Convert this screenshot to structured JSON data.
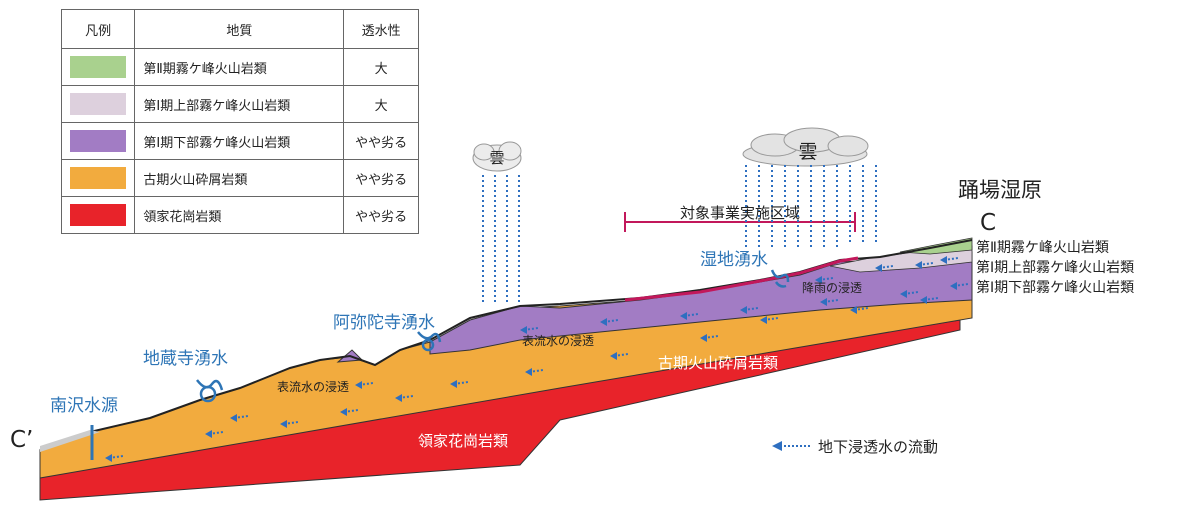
{
  "legend": {
    "headers": [
      "凡例",
      "地質",
      "透水性"
    ],
    "rows": [
      {
        "name": "第Ⅱ期霧ケ峰火山岩類",
        "permeability": "大",
        "color": "#a9d18e"
      },
      {
        "name": "第Ⅰ期上部霧ケ峰火山岩類",
        "permeability": "大",
        "color": "#ddd0dd"
      },
      {
        "name": "第Ⅰ期下部霧ケ峰火山岩類",
        "permeability": "やや劣る",
        "color": "#a27cc4"
      },
      {
        "name": "古期火山砕屑岩類",
        "permeability": "やや劣る",
        "color": "#f2ab3e"
      },
      {
        "name": "領家花崗岩類",
        "permeability": "やや劣る",
        "color": "#e8232a"
      }
    ]
  },
  "labels": {
    "cloud_small": "雲",
    "cloud_large": "雲",
    "project_area": "対象事業実施区域",
    "odoriba": "踊場湿原",
    "point_c": "C",
    "point_c_prime": "C’",
    "wetland_spring": "湿地湧水",
    "amida_spring": "阿弥陀寺湧水",
    "jizo_spring": "地蔵寺湧水",
    "minamisawa": "南沢水源",
    "infiltration_1": "表流水の浸透",
    "infiltration_2": "表流水の浸透",
    "rain_infiltration": "降雨の浸透",
    "old_volcanic": "古期火山砕屑岩類",
    "granite": "領家花崗岩類",
    "right_layer_1": "第Ⅱ期霧ケ峰火山岩類",
    "right_layer_2": "第Ⅰ期上部霧ケ峰火山岩類",
    "right_layer_3": "第Ⅰ期下部霧ケ峰火山岩類",
    "flow_legend": "地下浸透水の流動"
  },
  "colors": {
    "spring_blue": "#2e75b6",
    "flow_blue": "#2e6fc0",
    "project_line": "#c2185b"
  }
}
